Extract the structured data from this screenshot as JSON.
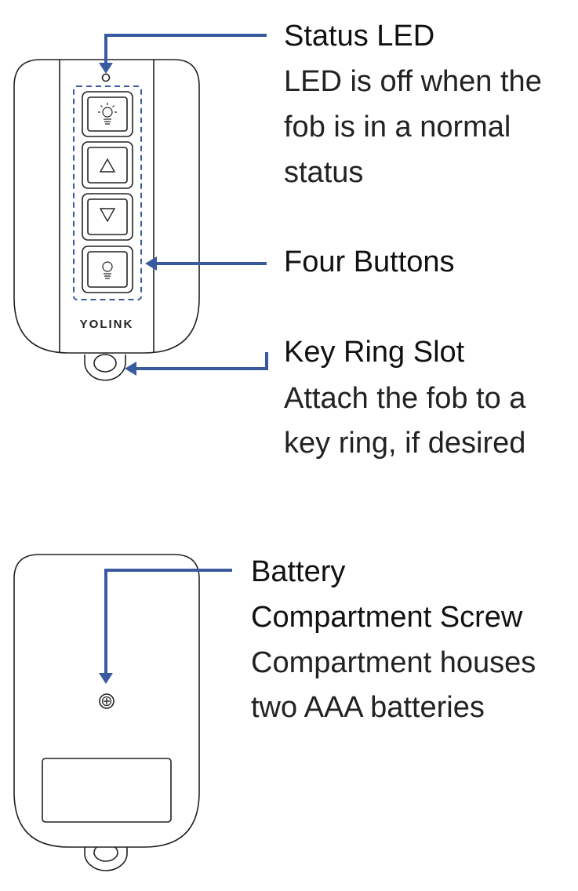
{
  "brand": "YOLINK",
  "colors": {
    "accent": "#3a5aa0",
    "outline": "#222222"
  },
  "icons": [
    "light-bulb-icon",
    "up-arrow-icon",
    "down-arrow-icon",
    "bulb-off-icon",
    "screw-icon"
  ],
  "callouts": {
    "status_led": {
      "title": "Status LED",
      "lines": [
        "LED is off when the",
        "fob is in a normal",
        "status"
      ]
    },
    "four_buttons": {
      "title": "Four Buttons"
    },
    "key_ring": {
      "title": "Key Ring Slot",
      "lines": [
        "Attach the fob to a",
        "key ring, if desired"
      ]
    },
    "battery": {
      "title_lines": [
        "Battery",
        "Compartment Screw"
      ],
      "lines": [
        "Compartment houses",
        "two AAA batteries"
      ]
    }
  }
}
